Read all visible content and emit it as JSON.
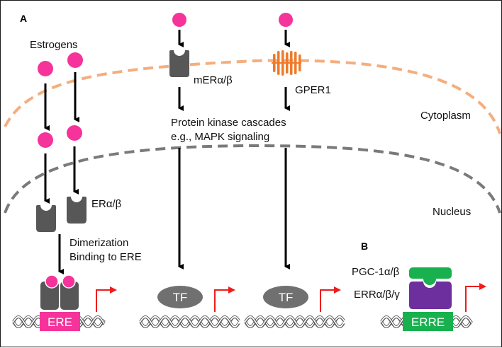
{
  "panels": {
    "a": "A",
    "b": "B"
  },
  "labels": {
    "estrogens": "Estrogens",
    "membrane_er": "mERα/β",
    "gper1": "GPER1",
    "kinase_line1": "Protein kinase cascades",
    "kinase_line2": "e.g., MAPK signaling",
    "cytoplasm": "Cytoplasm",
    "nucleus": "Nucleus",
    "er_alpha_beta": "ERα/β",
    "dimer_line1": "Dimerization",
    "dimer_line2": "Binding to ERE",
    "tf1": "TF",
    "tf2": "TF",
    "ere": "ERE",
    "pgc1": "PGC-1α/β",
    "err": "ERRα/β/γ",
    "erre": "ERRE"
  },
  "colors": {
    "estrogen": "#f5339a",
    "receptor": "#575757",
    "gper": "#ee7a2a",
    "plasma_membrane": "#f4ae7e",
    "nuclear_membrane": "#7a7a7a",
    "ere_box": "#f5339a",
    "erre_box": "#19b14f",
    "pgc1": "#19b14f",
    "err": "#6e2f9e",
    "tss_arrow": "#ee1c1c",
    "tf": "#707070"
  }
}
